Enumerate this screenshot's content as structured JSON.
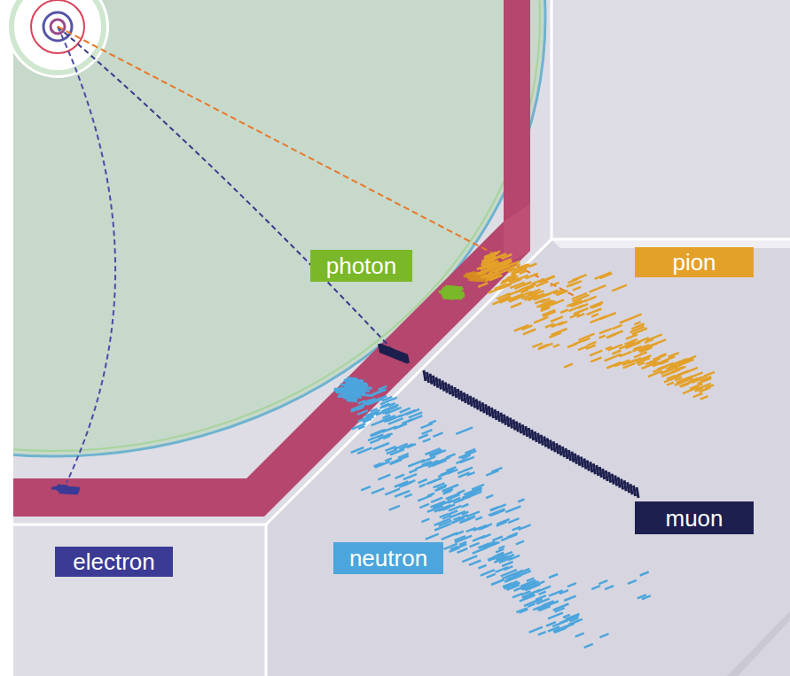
{
  "diagram": {
    "nodes": [
      {
        "text": [
          "photon"
        ]
      },
      {
        "text": [
          "pion"
        ]
      },
      {
        "text": [
          "muon"
        ]
      },
      {
        "text": [
          "electron"
        ]
      },
      {
        "text": [
          "neutron"
        ]
      }
    ]
  }
}
